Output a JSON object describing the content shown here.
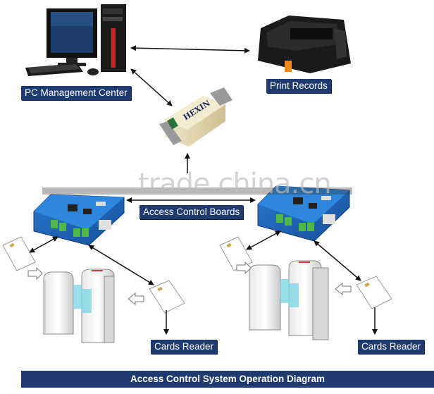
{
  "diagram": {
    "title": "Access Control System Operation Diagram",
    "watermark": "trade.china.cn",
    "nodes": {
      "pc": {
        "label": "PC Management Center"
      },
      "printer": {
        "label": "Print Records"
      },
      "converter": {
        "label": "HEXIN"
      },
      "board_center": {
        "label": "Access Control Boards"
      },
      "reader_left": {
        "label": "Cards Reader"
      },
      "reader_right": {
        "label": "Cards Reader"
      }
    },
    "colors": {
      "label_bg": "#1f3a6e",
      "board": "#1f62b8",
      "terminal": "#4fb84a",
      "turnstile_glass": "#7fd6e6"
    }
  }
}
